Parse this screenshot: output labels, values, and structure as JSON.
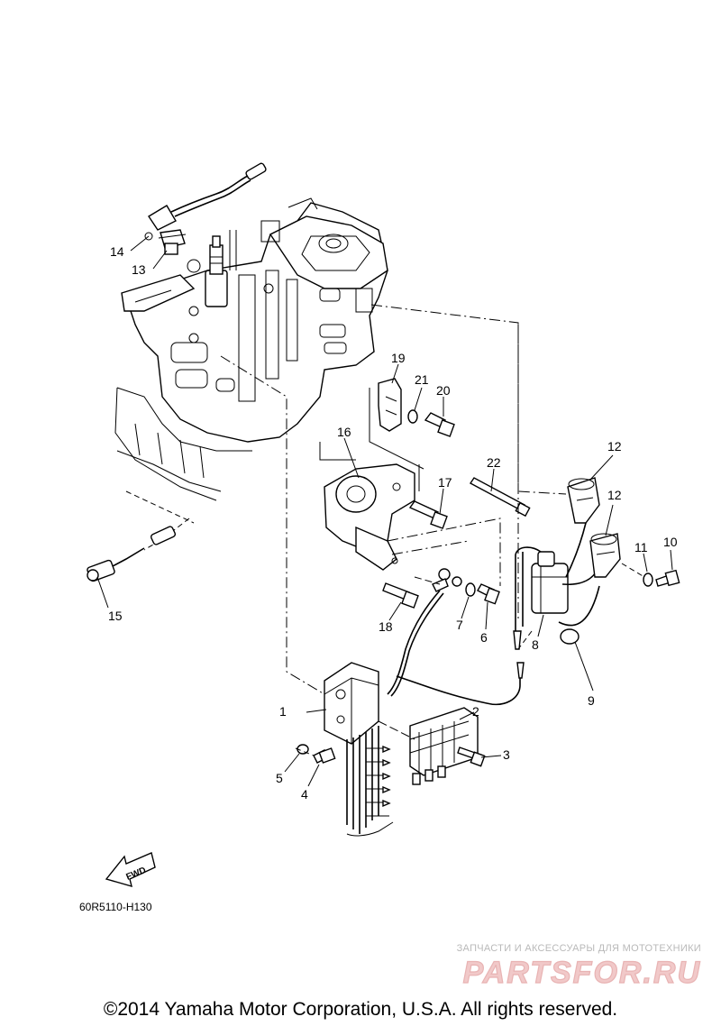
{
  "callouts": {
    "p1": "1",
    "p2": "2",
    "p3": "3",
    "p4": "4",
    "p5": "5",
    "p6": "6",
    "p7": "7",
    "p8": "8",
    "p9": "9",
    "p10": "10",
    "p11": "11",
    "p12a": "12",
    "p12b": "12",
    "p13": "13",
    "p14": "14",
    "p15": "15",
    "p16": "16",
    "p17": "17",
    "p18": "18",
    "p19": "19",
    "p20": "20",
    "p21": "21",
    "p22": "22"
  },
  "fwd_label": "FWD",
  "diagram_code": "60R5110-H130",
  "watermark": {
    "tagline": "ЗАПЧАСТИ И АКСЕССУАРЫ ДЛЯ МОТОТЕХНИКИ",
    "brand": "PARTSFOR.RU"
  },
  "copyright": "©2014 Yamaha Motor Corporation, U.S.A. All rights reserved."
}
